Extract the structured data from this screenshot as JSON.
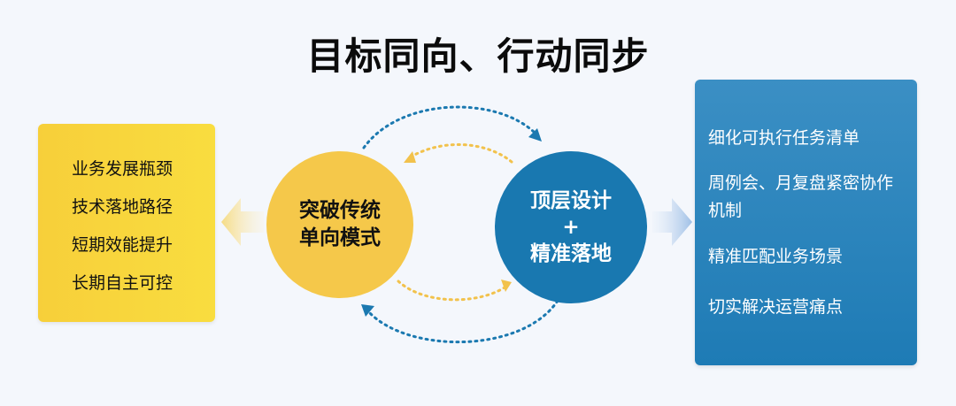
{
  "title": "目标同向、行动同步",
  "left_panel": {
    "items": [
      "业务发展瓶颈",
      "技术落地路径",
      "短期效能提升",
      "长期自主可控"
    ]
  },
  "yellow_circle": {
    "line1": "突破传统",
    "line2": "单向模式"
  },
  "blue_circle": {
    "line1": "顶层设计",
    "plus": "+",
    "line2": "精准落地"
  },
  "right_panel": {
    "items": [
      "细化可执行任务清单",
      "周例会、月复盘紧密协作机制",
      "精准匹配业务场景",
      "切实解决运营痛点"
    ]
  },
  "colors": {
    "yellow": "#f5c84a",
    "blue": "#1978b0",
    "panel_yellow": "#f9d93d",
    "panel_blue": "#2f86be"
  }
}
